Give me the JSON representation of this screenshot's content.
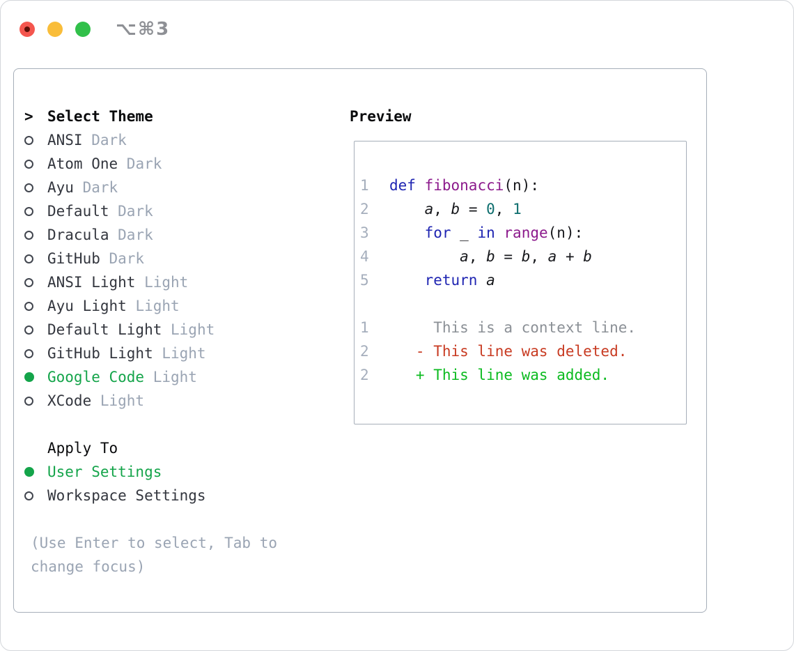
{
  "titlebar": {
    "shortcut": "⌥⌘3"
  },
  "theme_panel": {
    "title_marker": ">",
    "title": "Select Theme",
    "themes": [
      {
        "name": "ANSI",
        "variant": "Dark",
        "selected": false
      },
      {
        "name": "Atom One",
        "variant": "Dark",
        "selected": false
      },
      {
        "name": "Ayu",
        "variant": "Dark",
        "selected": false
      },
      {
        "name": "Default",
        "variant": "Dark",
        "selected": false
      },
      {
        "name": "Dracula",
        "variant": "Dark",
        "selected": false
      },
      {
        "name": "GitHub",
        "variant": "Dark",
        "selected": false
      },
      {
        "name": "ANSI Light",
        "variant": "Light",
        "selected": false
      },
      {
        "name": "Ayu Light",
        "variant": "Light",
        "selected": false
      },
      {
        "name": "Default Light",
        "variant": "Light",
        "selected": false
      },
      {
        "name": "GitHub Light",
        "variant": "Light",
        "selected": false
      },
      {
        "name": "Google Code",
        "variant": "Light",
        "selected": true
      },
      {
        "name": "XCode",
        "variant": "Light",
        "selected": false
      }
    ],
    "apply_to": {
      "title": "Apply To",
      "options": [
        {
          "label": "User Settings",
          "selected": true
        },
        {
          "label": "Workspace Settings",
          "selected": false
        }
      ]
    },
    "help_lines": [
      "(Use Enter to select, Tab to",
      "change focus)"
    ]
  },
  "preview": {
    "title": "Preview",
    "code_lines": [
      {
        "num": "1",
        "tokens": [
          [
            "def",
            "kwd"
          ],
          [
            " ",
            "pln"
          ],
          [
            "fibonacci",
            "fn"
          ],
          [
            "(",
            "pln"
          ],
          [
            "n",
            "pln"
          ],
          [
            "):",
            "pln"
          ]
        ]
      },
      {
        "num": "2",
        "tokens": [
          [
            "    ",
            "pln"
          ],
          [
            "a",
            "var"
          ],
          [
            ", ",
            "pln"
          ],
          [
            "b",
            "var"
          ],
          [
            " = ",
            "pln"
          ],
          [
            "0",
            "lit"
          ],
          [
            ", ",
            "pln"
          ],
          [
            "1",
            "lit"
          ]
        ]
      },
      {
        "num": "3",
        "tokens": [
          [
            "    ",
            "pln"
          ],
          [
            "for",
            "kwd"
          ],
          [
            " _ ",
            "pln"
          ],
          [
            "in",
            "kwd"
          ],
          [
            " ",
            "pln"
          ],
          [
            "range",
            "fn"
          ],
          [
            "(",
            "pln"
          ],
          [
            "n",
            "pln"
          ],
          [
            "):",
            "pln"
          ]
        ]
      },
      {
        "num": "4",
        "tokens": [
          [
            "        ",
            "pln"
          ],
          [
            "a",
            "var"
          ],
          [
            ", ",
            "pln"
          ],
          [
            "b",
            "var"
          ],
          [
            " = ",
            "pln"
          ],
          [
            "b",
            "var"
          ],
          [
            ", ",
            "pln"
          ],
          [
            "a",
            "var"
          ],
          [
            " + ",
            "pln"
          ],
          [
            "b",
            "var"
          ]
        ]
      },
      {
        "num": "5",
        "tokens": [
          [
            "    ",
            "pln"
          ],
          [
            "return",
            "kwd"
          ],
          [
            " ",
            "pln"
          ],
          [
            "a",
            "var"
          ]
        ]
      }
    ],
    "diff_lines": [
      {
        "num": "1",
        "kind": "ctx",
        "text": "     This is a context line."
      },
      {
        "num": "2",
        "kind": "del",
        "text": "   - This line was deleted."
      },
      {
        "num": "2",
        "kind": "add",
        "text": "   + This line was added."
      }
    ]
  },
  "colors": {
    "accent_green": "#14a44a",
    "added_green": "#0cbb20",
    "deleted_red": "#c83b22",
    "context_gray": "#8b9096",
    "muted_gray": "#9aa4b3",
    "line_number_gray": "#a5aebc",
    "keyword_blue": "#1f25b2",
    "function_purple": "#8c1a8c",
    "literal_teal": "#0c6d6d",
    "border_gray": "#a6aeb9",
    "traffic_red": "#f4564e",
    "traffic_yellow": "#f9bd3a",
    "traffic_green": "#31c04a"
  }
}
